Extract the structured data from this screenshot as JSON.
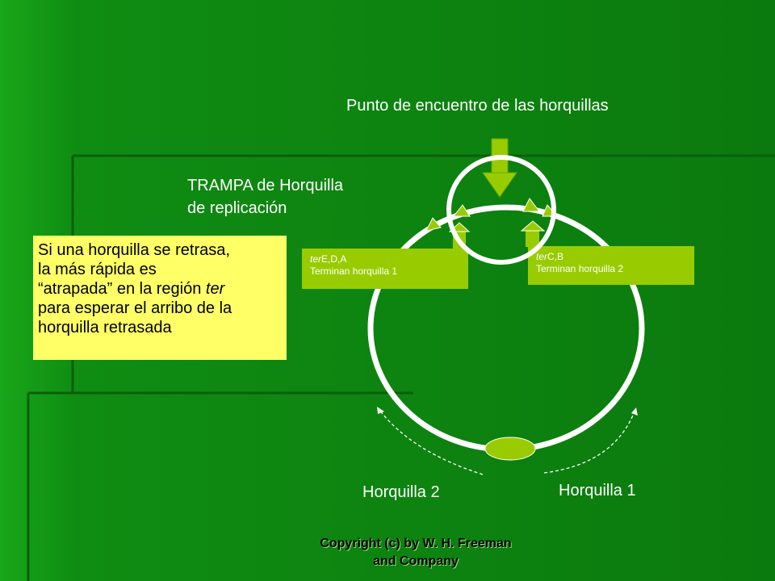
{
  "diagram": {
    "meeting_point": "Punto de encuentro de las horquillas",
    "trap_title_line1": "TRAMPA de Horquilla",
    "trap_title_line2": "de replicación",
    "note": {
      "line1": "Si una horquilla se retrasa,",
      "line2": "la más rápida es",
      "line3_pre": "“atrapada” en la región ",
      "line3_italic": "ter",
      "line4": "para esperar el arribo de la",
      "line5": "horquilla retrasada"
    },
    "left_box": {
      "italic": "ter",
      "rest": "E,D,A",
      "line2": "Terminan horquilla 1"
    },
    "right_box": {
      "italic": "ter",
      "rest": "C,B",
      "line2": "Terminan horquilla 2"
    },
    "fork_left": "Horquilla 2",
    "fork_right": "Horquilla 1",
    "copyright_line1": "Copyright (c) by W. H. Freeman",
    "copyright_line2": "and Company"
  },
  "colors": {
    "background": "#0b7a0e",
    "box_green": "#99cc00",
    "note_yellow": "#ffff66",
    "chromosome": "#ffffff"
  }
}
